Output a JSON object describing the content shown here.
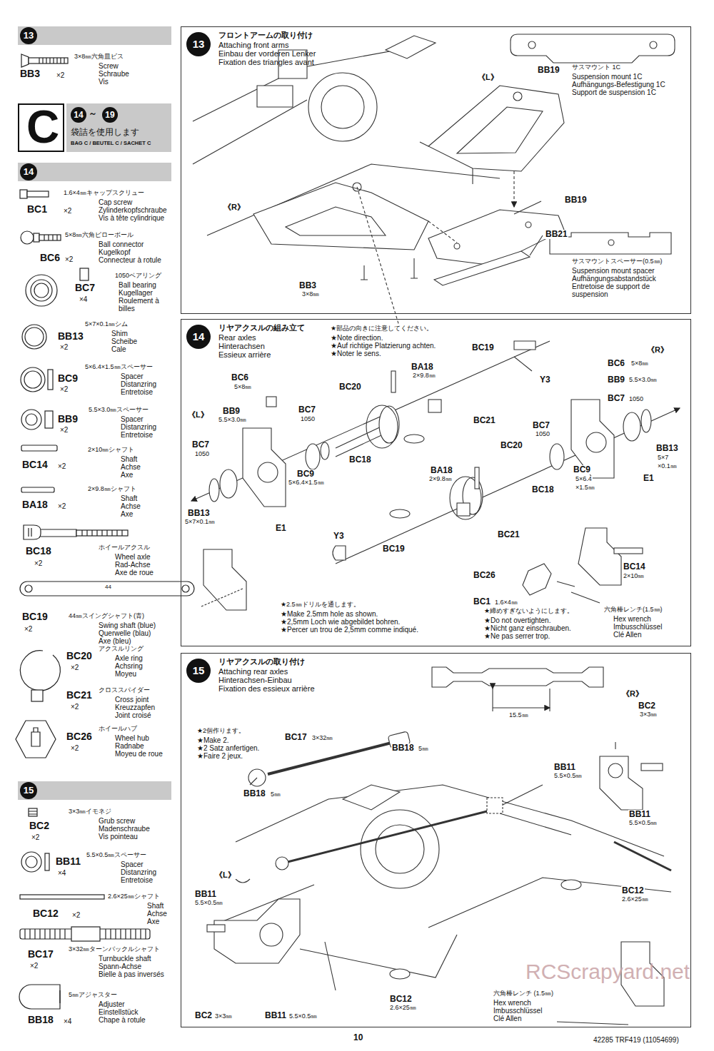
{
  "diagram": {
    "nodes": [
      {
        "text": [
          "13"
        ]
      },
      {
        "text": [
          "C"
        ]
      },
      {
        "text": [
          "14",
          "～",
          "19",
          "袋詰を使用します",
          "BAG C / BEUTEL C / SACHET C"
        ]
      },
      {
        "text": [
          "14"
        ]
      },
      {
        "text": [
          "15"
        ]
      },
      {
        "text": [
          "13",
          "フロントアームの取り付け",
          "Attaching front arms",
          "Einbau der vorderen Lenker",
          "Fixation des triangles avant"
        ]
      },
      {
        "text": [
          "14",
          "リヤアクスルの組み立て",
          "Rear axles",
          "Hinterachsen",
          "Essieux arrière"
        ]
      },
      {
        "text": [
          "15",
          "リヤアクスルの取り付け",
          "Attaching rear axles",
          "Hinterachsen-Einbau",
          "Fixation des essieux arrière"
        ]
      }
    ],
    "labels": [
      "BB3",
      "×2",
      "3×8㎜六角皿ビス",
      "Screw",
      "Schraube",
      "Vis",
      "BC1",
      "×2",
      "1.6×4㎜キャップスクリュー",
      "Cap screw",
      "Zylinderkopfschraube",
      "Vis à tête cylindrique",
      "BC6",
      "×2",
      "5×8㎜六角ピローボール",
      "Ball connector",
      "Kugelkopf",
      "Connecteur à rotule",
      "BC7",
      "×4",
      "1050ベアリング",
      "Ball bearing",
      "Kugellager",
      "Roulement à",
      "billes",
      "BB13",
      "×2",
      "5×7×0.1㎜シム",
      "Shim",
      "Scheibe",
      "Cale",
      "BC9",
      "×2",
      "5×6.4×1.5㎜スペーサー",
      "Spacer",
      "Distanzring",
      "Entretoise",
      "BB9",
      "×2",
      "5.5×3.0㎜スペーサー",
      "Spacer",
      "Distanzring",
      "Entretoise",
      "BC14",
      "×2",
      "2×10㎜シャフト",
      "Shaft",
      "Achse",
      "Axe",
      "BA18",
      "×2",
      "2×9.8㎜シャフト",
      "Shaft",
      "Achse",
      "Axe",
      "BC18",
      "×2",
      "ホイールアクスル",
      "Wheel axle",
      "Rad-Achse",
      "Axe de roue",
      "44",
      "BC19",
      "×2",
      "44㎜スイングシャフト(青)",
      "Swing shaft (blue)",
      "Querwelle (blau)",
      "Axe (bleu)",
      "BC20",
      "×2",
      "アクスルリング",
      "Axle ring",
      "Achsring",
      "Moyeu",
      "BC21",
      "×2",
      "クロススパイダー",
      "Cross joint",
      "Kreuzzapfen",
      "Joint croisé",
      "BC26",
      "×2",
      "ホイールハブ",
      "Wheel hub",
      "Radnabe",
      "Moyeu de roue",
      "BC2",
      "×2",
      "3×3㎜イモネジ",
      "Grub screw",
      "Madenschraube",
      "Vis pointeau",
      "BB11",
      "×4",
      "5.5×0.5㎜スペーサー",
      "Spacer",
      "Distanzring",
      "Entretoise",
      "BC12",
      "×2",
      "2.6×25㎜シャフト",
      "Shaft",
      "Achse",
      "Axe",
      "BC17",
      "×2",
      "3×32㎜ターンバックルシャフト",
      "Turnbuckle shaft",
      "Spann-Achse",
      "Bielle à pas inversés",
      "BB18",
      "×4",
      "5㎜アジャスター",
      "Adjuster",
      "Einstellstück",
      "Chape à rotule",
      "《L》",
      "BB19",
      "サスマウント 1C",
      "Suspension mount 1C",
      "Aufhängungs-Befestigung 1C",
      "Support de suspension 1C",
      "《R》",
      "BB19",
      "BB21",
      "サスマウントスペーサー(0.5㎜)",
      "Suspension mount spacer",
      "Aufhängungsabstandstück",
      "Entretoise de support de",
      "suspension",
      "BB3",
      "3×8㎜",
      "★部品の向きに注意してください。",
      "★Note direction.",
      "★Auf richtige Platzierung achten.",
      "★Noter le sens.",
      "BC19",
      "Y3",
      "BC6",
      "5×8㎜",
      "《R》",
      "BB9",
      "5.5×3.0㎜",
      "BC7",
      "1050",
      "BA18",
      "2×9.8㎜",
      "BC20",
      "BC6",
      "5×8㎜",
      "《L》",
      "BB9",
      "5.5×3.0㎜",
      "BC7",
      "1050",
      "BC21",
      "BC7",
      "1050",
      "BC18",
      "BC7",
      "1050",
      "BA18",
      "2×9.8㎜",
      "BC20",
      "BC18",
      "BC9",
      "5×6.4×1.5㎜",
      "BC9",
      "5×6.4",
      "×1.5㎜",
      "BB13",
      "5×7",
      "×0.1㎜",
      "E1",
      "BB13",
      "5×7×0.1㎜",
      "E1",
      "BC21",
      "Y3",
      "BC19",
      "BC14",
      "2×10㎜",
      "BC26",
      "BC1",
      "1.6×4㎜",
      "★締めすぎないようにします。",
      "★Do not overtighten.",
      "★Nicht ganz einschrauben.",
      "★Ne pas serrer trop.",
      "六角棒レンチ(1.5㎜)",
      "Hex wrench",
      "Imbusschlüssel",
      "Clé Allen",
      "★2.5㎜ドリルを通します。",
      "★Make 2.5mm hole as shown.",
      "★2,5mm Loch wie abgebildet bohren.",
      "★Percer un trou de 2,5mm comme indiqué.",
      "★2個作ります。",
      "★Make 2.",
      "★2 Satz anfertigen.",
      "★Faire 2 jeux.",
      "BC17",
      "3×32㎜",
      "BB18",
      "5㎜",
      "BB18",
      "5㎜",
      "15.5㎜",
      "《R》",
      "BC2",
      "3×3㎜",
      "BB11",
      "5.5×0.5㎜",
      "BB11",
      "5.5×0.5㎜",
      "BC12",
      "2.6×25㎜",
      "《L》",
      "BB11",
      "5.5×0.5㎜",
      "BC12",
      "2.6×25㎜",
      "BC2",
      "3×3㎜",
      "BB11",
      "5.5×0.5㎜",
      "六角棒レンチ (1.5㎜)",
      "Hex wrench",
      "Imbusschlüssel",
      "Clé Allen",
      "10",
      "42285 TRF419 (11054699)",
      "RCScrapyard.net"
    ]
  }
}
